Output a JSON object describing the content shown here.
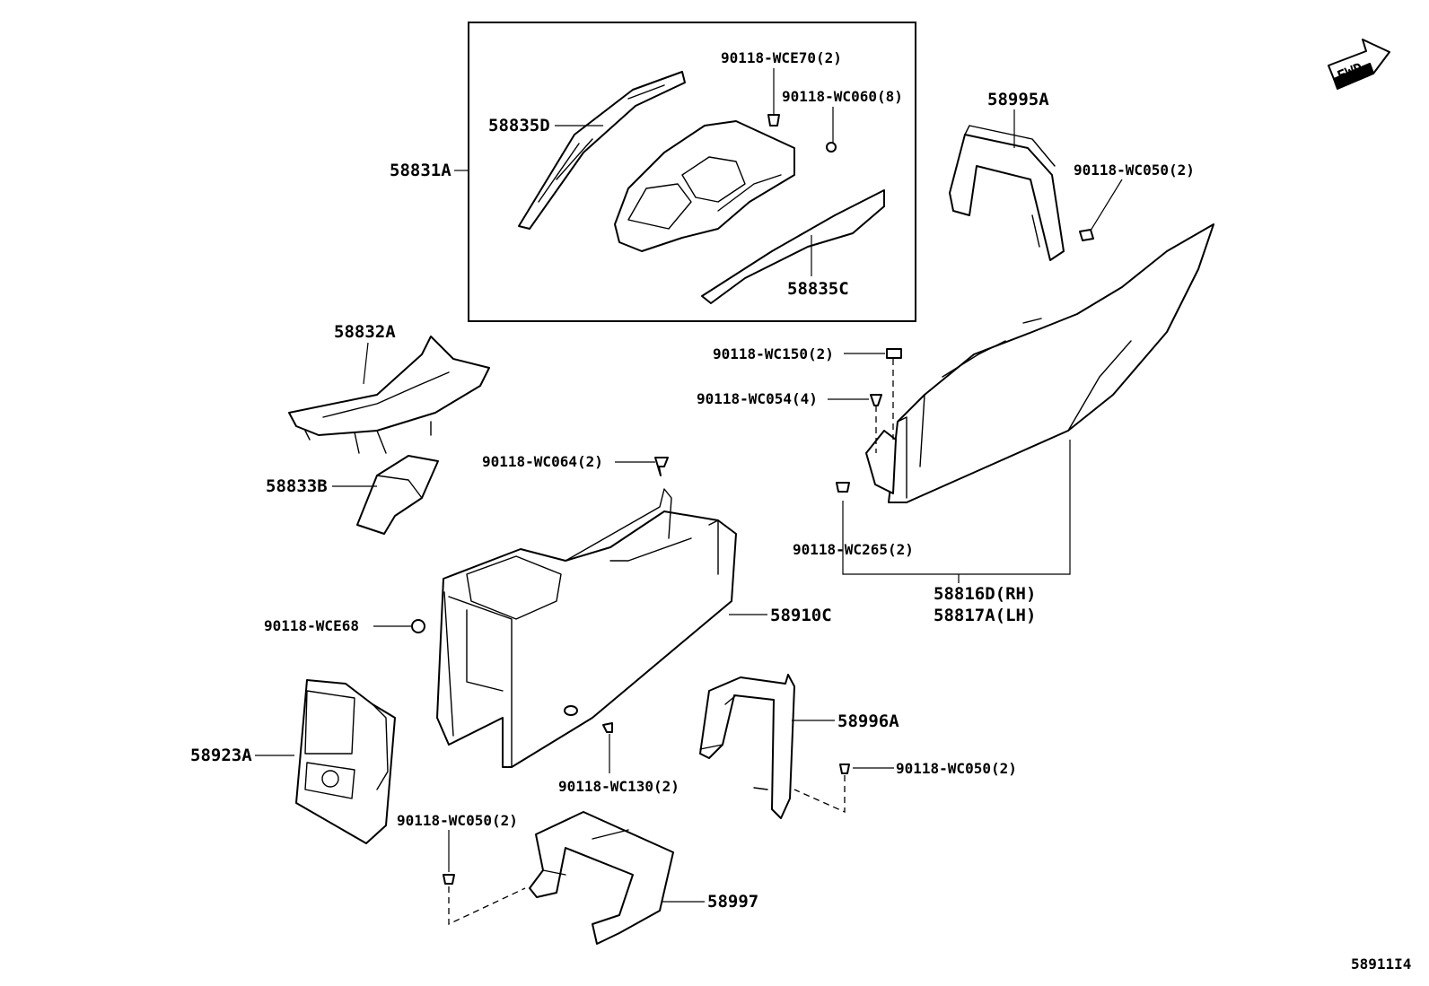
{
  "diagram": {
    "reference_code": "58911I4",
    "fwd_label": "FWD",
    "group_label": "58831A",
    "parts": {
      "p58835D": "58835D",
      "pWCE70": "90118-WCE70(2)",
      "pWC060": "90118-WC060(8)",
      "p58835C": "58835C",
      "p58995A": "58995A",
      "pWC050a": "90118-WC050(2)",
      "p58832A": "58832A",
      "p58833B": "58833B",
      "pWC150": "90118-WC150(2)",
      "pWC054": "90118-WC054(4)",
      "pWC064": "90118-WC064(2)",
      "pWC265": "90118-WC265(2)",
      "p58816D": "58816D(RH)",
      "p58817A": "58817A(LH)",
      "p58910C": "58910C",
      "pWCE68": "90118-WCE68",
      "p58996A": "58996A",
      "p58923A": "58923A",
      "pWC050b": "90118-WC050(2)",
      "pWC130": "90118-WC130(2)",
      "pWC050c": "90118-WC050(2)",
      "p58997": "58997"
    }
  }
}
